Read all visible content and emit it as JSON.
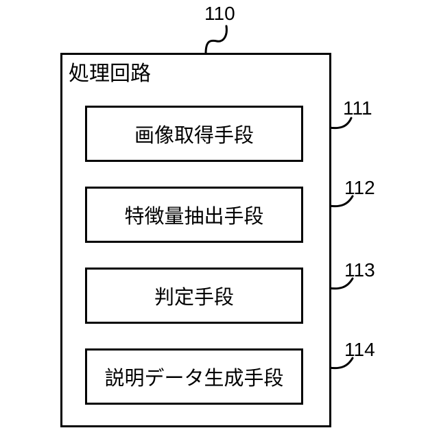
{
  "diagram": {
    "outer": {
      "ref": "110",
      "title": "処理回路"
    },
    "units": [
      {
        "ref": "111",
        "label": "画像取得手段"
      },
      {
        "ref": "112",
        "label": "特徴量抽出手段"
      },
      {
        "ref": "113",
        "label": "判定手段"
      },
      {
        "ref": "114",
        "label": "説明データ生成手段"
      }
    ]
  }
}
